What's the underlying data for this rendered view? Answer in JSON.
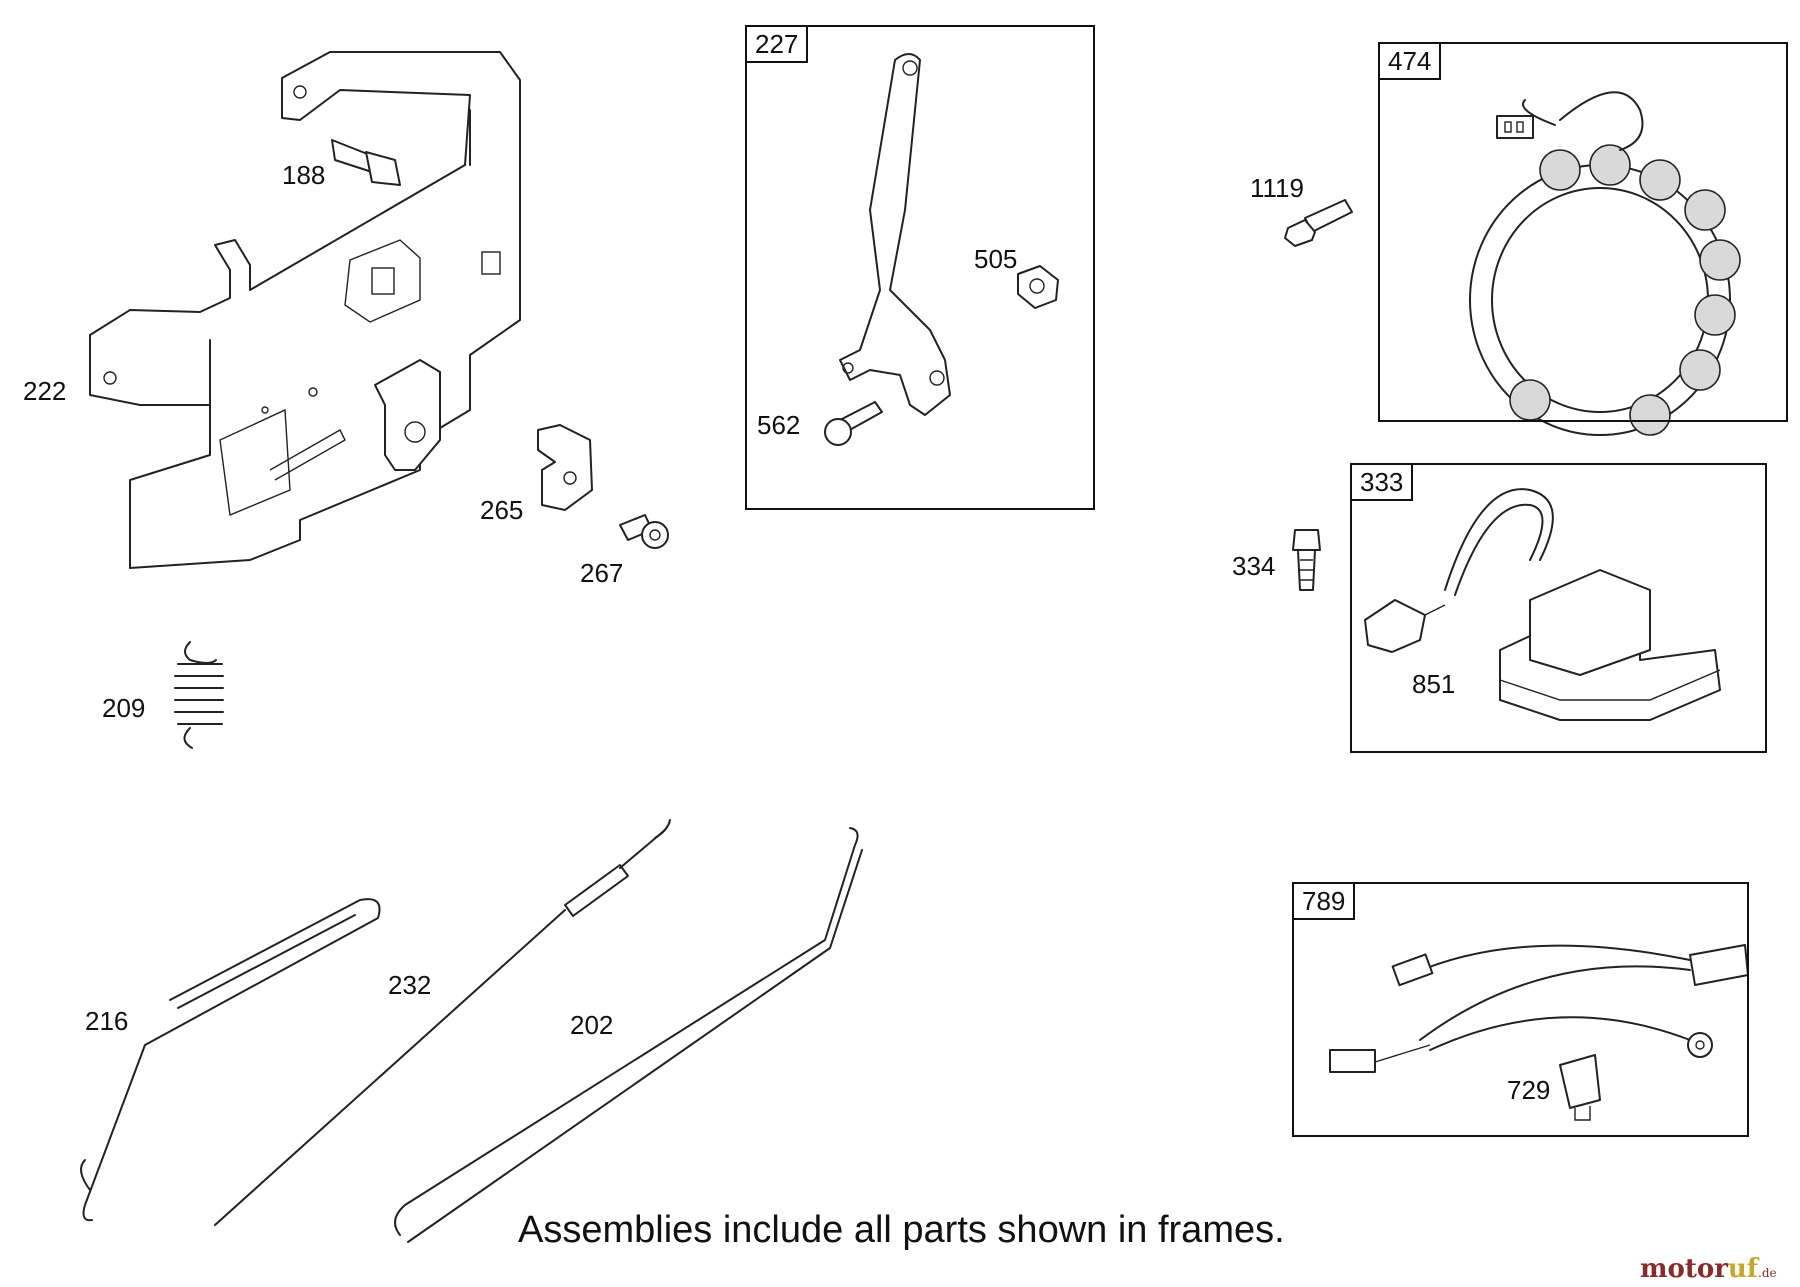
{
  "callouts": {
    "p188": "188",
    "p222": "222",
    "p265": "265",
    "p267": "267",
    "p209": "209",
    "p216": "216",
    "p232": "232",
    "p202": "202",
    "p505": "505",
    "p562": "562",
    "p1119": "1119",
    "p334": "334",
    "p851": "851",
    "p729": "729"
  },
  "frames": {
    "f227": "227",
    "f474": "474",
    "f333": "333",
    "f789": "789"
  },
  "caption": "Assemblies include all parts shown in frames.",
  "watermark": {
    "brand_main": "motor",
    "brand_accent": "uf",
    "brand_tld": ".de"
  },
  "colors": {
    "line": "#222222",
    "watermark_red": "#8b2a2a",
    "watermark_gold": "#c7a72b"
  }
}
